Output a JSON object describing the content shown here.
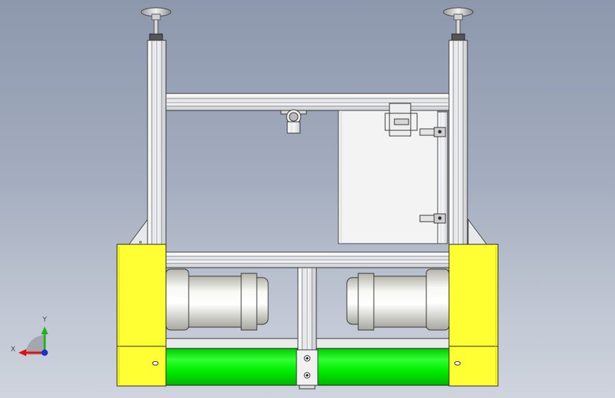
{
  "view": {
    "triad": {
      "x_label": "X",
      "y_label": "Y",
      "x_color": "#e01010",
      "y_color": "#20b020",
      "z_color": "#1a2fd0"
    }
  },
  "model": {
    "colors": {
      "background_top": "#8d98ad",
      "background_bottom": "#cfd4de",
      "aluminum_profile": "#eceef0",
      "end_block": "#ffff33",
      "roller": "#00ee00",
      "motor": "#e6e6e0",
      "panel": "#f2f2f2"
    },
    "components": [
      "leveling-foot",
      "aluminum-frame",
      "crossbar",
      "sensor-mount",
      "control-box",
      "door-hinge",
      "drive-motor",
      "drive-roller",
      "end-block",
      "corner-bracket",
      "center-clamp"
    ]
  }
}
